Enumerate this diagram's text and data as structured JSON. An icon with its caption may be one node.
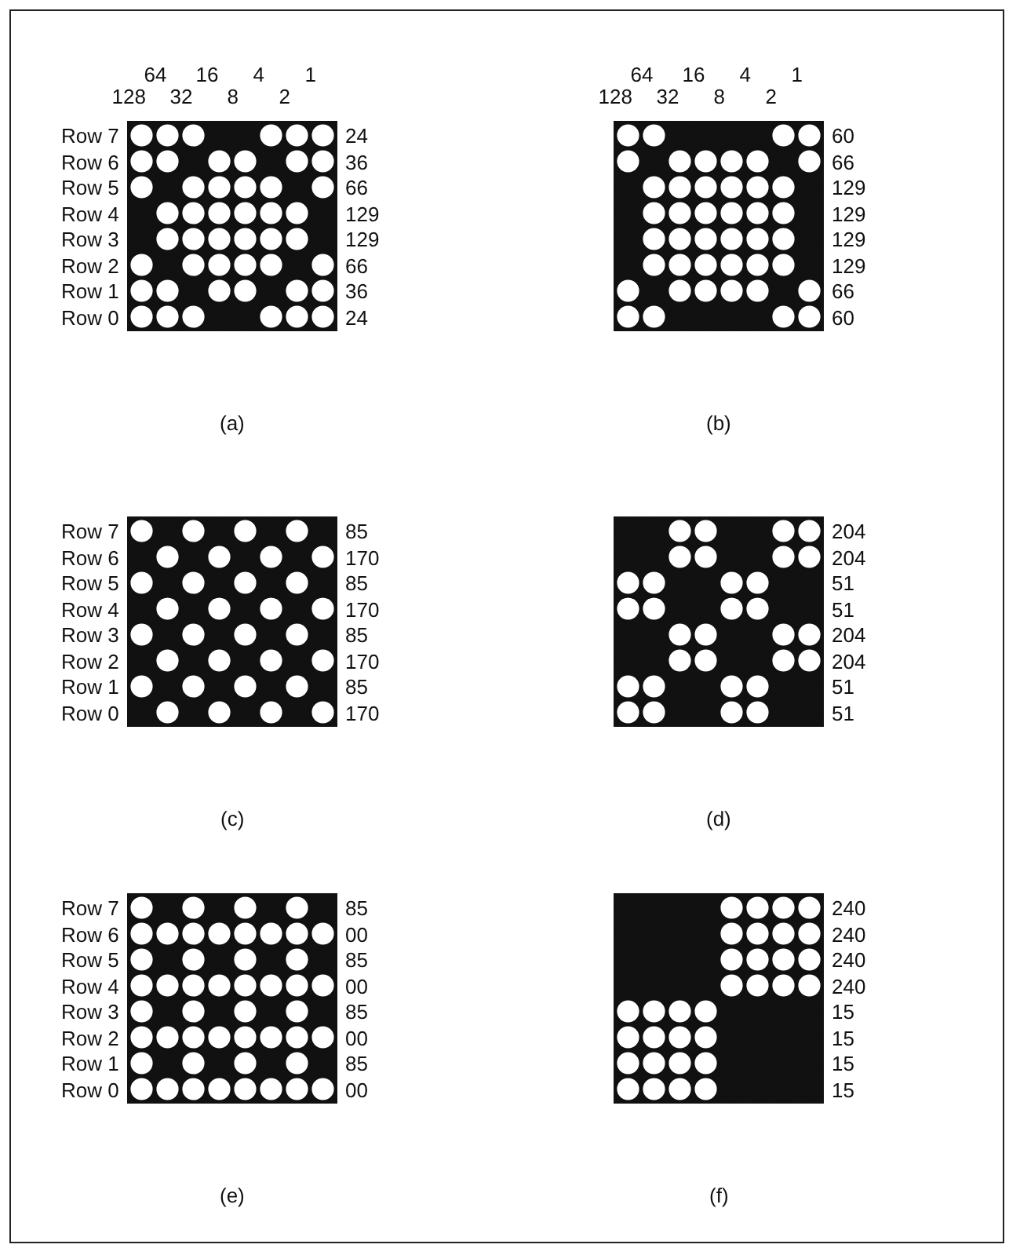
{
  "diagram": {
    "labels": [
      "64",
      "16",
      "4",
      "1",
      "128",
      "32",
      "8",
      "2",
      "Row 7",
      "24",
      "Row 6",
      "36",
      "Row 5",
      "66",
      "Row 4",
      "129",
      "Row 3",
      "129",
      "Row 2",
      "66",
      "Row 1",
      "36",
      "Row 0",
      "24",
      "(a)",
      "64",
      "16",
      "4",
      "1",
      "128",
      "32",
      "8",
      "2",
      "60",
      "66",
      "129",
      "129",
      "129",
      "129",
      "66",
      "60",
      "(b)",
      "Row 7",
      "85",
      "Row 6",
      "170",
      "Row 5",
      "85",
      "Row 4",
      "170",
      "Row 3",
      "85",
      "Row 2",
      "170",
      "Row 1",
      "85",
      "Row 0",
      "170",
      "(c)",
      "204",
      "204",
      "51",
      "51",
      "204",
      "204",
      "51",
      "51",
      "(d)",
      "Row 7",
      "85",
      "Row 6",
      "00",
      "Row 5",
      "85",
      "Row 4",
      "00",
      "Row 3",
      "85",
      "Row 2",
      "00",
      "Row 1",
      "85",
      "Row 0",
      "00",
      "(e)",
      "240",
      "240",
      "240",
      "240",
      "15",
      "15",
      "15",
      "15",
      "(f)"
    ]
  }
}
